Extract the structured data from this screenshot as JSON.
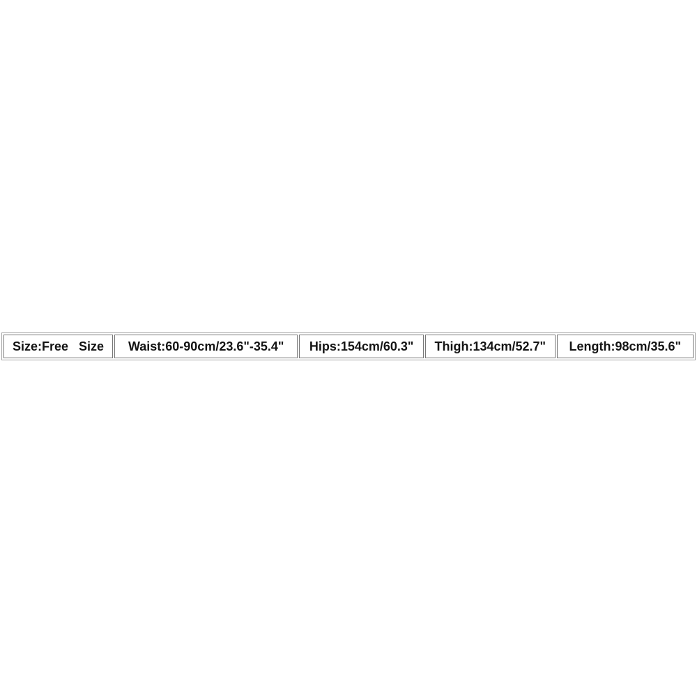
{
  "page": {
    "background_color": "#ffffff",
    "text_color": "#141414",
    "cell_border_color": "#787878",
    "outer_border_color": "#a6a6a6"
  },
  "size_chart": {
    "cells": [
      {
        "text": "Size:Free   Size"
      },
      {
        "text": "Waist:60-90cm/23.6\"-35.4\""
      },
      {
        "text": "Hips:154cm/60.3\""
      },
      {
        "text": "Thigh:134cm/52.7\""
      },
      {
        "text": "Length:98cm/35.6\""
      }
    ]
  },
  "chart_data": {
    "type": "table",
    "title": "",
    "columns": [
      "Size",
      "Waist",
      "Hips",
      "Thigh",
      "Length"
    ],
    "rows": [
      [
        "Free Size",
        "60-90cm/23.6\"-35.4\"",
        "154cm/60.3\"",
        "134cm/52.7\"",
        "98cm/35.6\""
      ]
    ],
    "cells_raw": [
      "Size:Free Size",
      "Waist:60-90cm/23.6\"-35.4\"",
      "Hips:154cm/60.3\"",
      "Thigh:134cm/52.7\"",
      "Length:98cm/35.6\""
    ]
  }
}
